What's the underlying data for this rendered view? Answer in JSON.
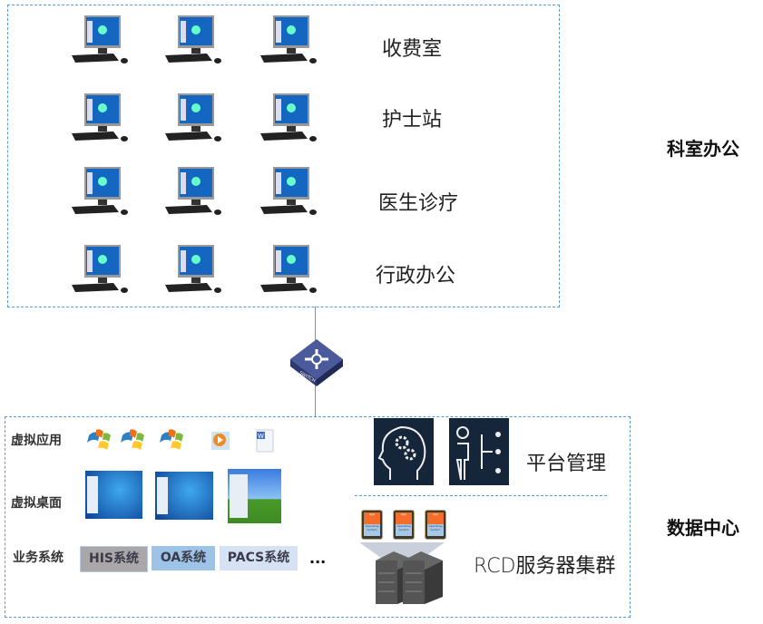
{
  "office": {
    "title": "科室办公",
    "rows": [
      {
        "label": "收费室"
      },
      {
        "label": "护士站"
      },
      {
        "label": "医生诊疗"
      },
      {
        "label": "行政办公"
      }
    ]
  },
  "switch": {
    "label": "SWITCH"
  },
  "datacenter": {
    "title": "数据中心",
    "virtual_apps_label": "虚拟应用",
    "virtual_desktop_label": "虚拟桌面",
    "business_label": "业务系统",
    "systems": [
      {
        "label": "HIS系统",
        "color": "#a9a7a8"
      },
      {
        "label": "OA系统",
        "color": "#9dc3e6"
      },
      {
        "label": "PACS系统",
        "color": "#d6e1f3"
      }
    ],
    "more": "...",
    "platform_label": "平台管理",
    "cluster_label": "RCD服务器集群",
    "vm_app": "App",
    "vm_os": "Operating System"
  },
  "colors": {
    "border": "#5b9bd5",
    "icon_bg": "#16263a"
  }
}
